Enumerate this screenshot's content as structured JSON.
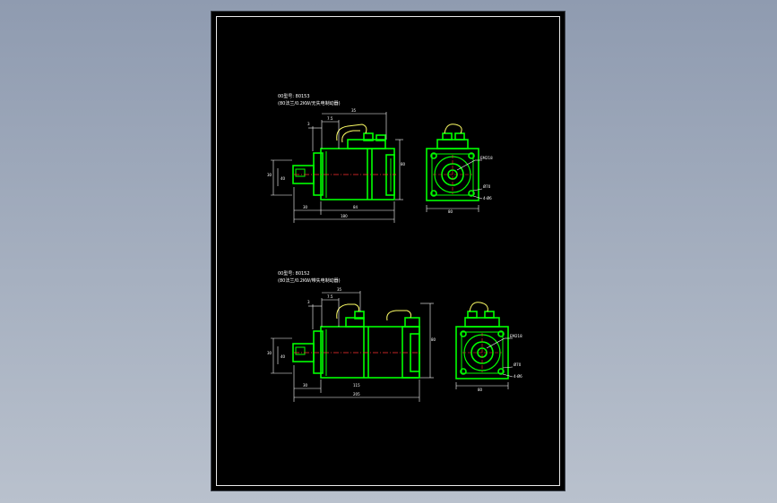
{
  "colors": {
    "background_outer": "#98a3b5",
    "sheet": "#000000",
    "outline": "#00ff00",
    "dimension": "#ffffff",
    "wire": "#ffff66",
    "center": "#ff3030"
  },
  "drawings": [
    {
      "title": "00型号: 80153",
      "subtitle": "(80法兰/0.2KW/无失电制动器)",
      "dims": {
        "top1": "3",
        "top2": "7.5",
        "top3": "35",
        "left1": "30",
        "left2": "40",
        "bottom1": "30",
        "bottom2": "84",
        "total": "180",
        "height": "80",
        "side_width": "80",
        "side_hole": "4-Ø6",
        "side_bolt": "Ø70",
        "side_label": "EM218"
      }
    },
    {
      "title": "00型号: 80152",
      "subtitle": "(80法兰/0.2KW/带失电制动器)",
      "dims": {
        "top1": "3",
        "top2": "7.5",
        "top3": "35",
        "left1": "30",
        "left2": "40",
        "bottom1": "30",
        "bottom2": "115",
        "total": "205",
        "height": "80",
        "side_width": "80",
        "side_hole": "4-Ø6",
        "side_bolt": "Ø70",
        "side_label": "EM218"
      }
    }
  ]
}
